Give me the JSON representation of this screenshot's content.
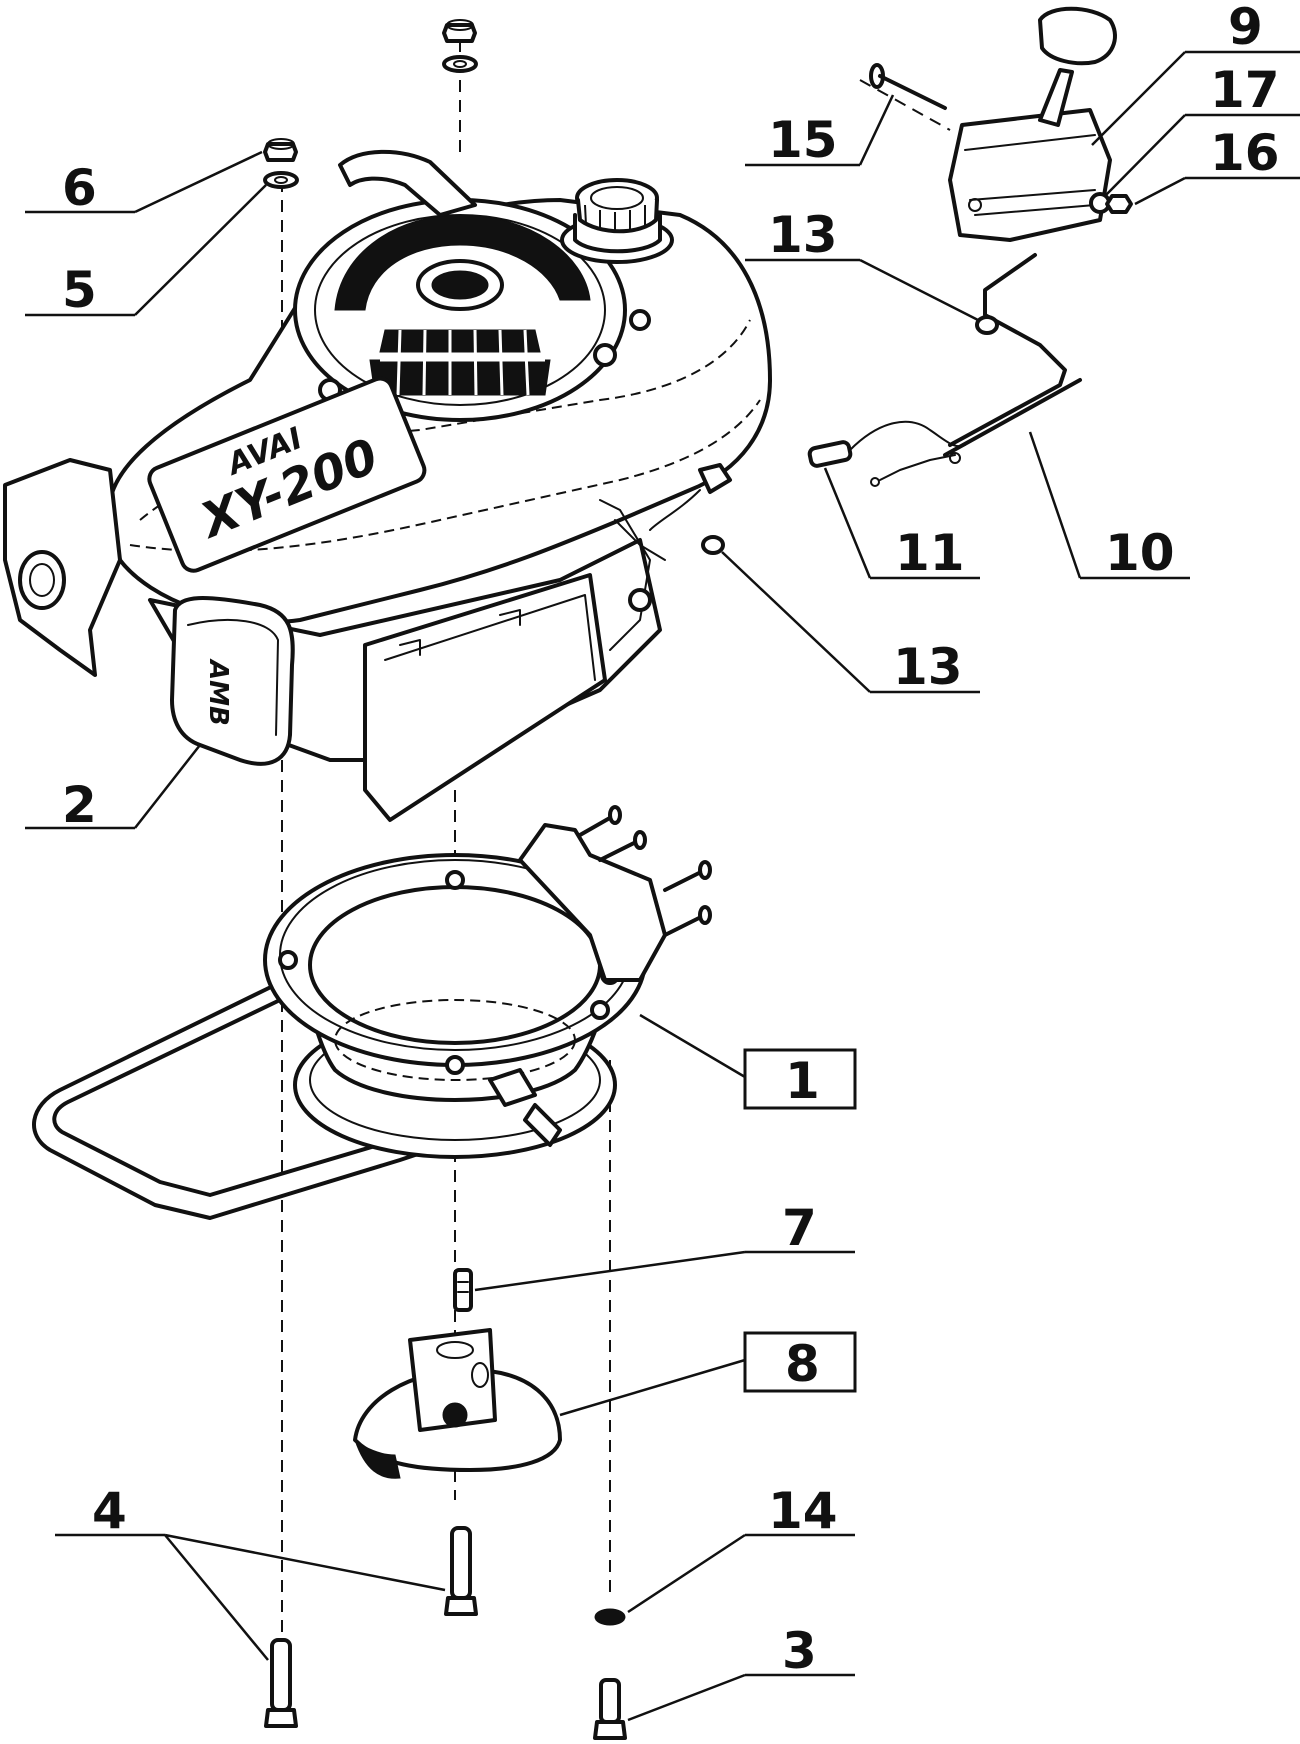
{
  "diagram": {
    "callouts": [
      {
        "id": "c1",
        "label": "1",
        "boxed": true
      },
      {
        "id": "c2",
        "label": "2",
        "boxed": false
      },
      {
        "id": "c3",
        "label": "3",
        "boxed": false
      },
      {
        "id": "c4",
        "label": "4",
        "boxed": false
      },
      {
        "id": "c5",
        "label": "5",
        "boxed": false
      },
      {
        "id": "c6",
        "label": "6",
        "boxed": false
      },
      {
        "id": "c7",
        "label": "7",
        "boxed": false
      },
      {
        "id": "c8",
        "label": "8",
        "boxed": true
      },
      {
        "id": "c9",
        "label": "9",
        "boxed": false
      },
      {
        "id": "c10",
        "label": "10",
        "boxed": false
      },
      {
        "id": "c11",
        "label": "11",
        "boxed": false
      },
      {
        "id": "c13a",
        "label": "13",
        "boxed": false
      },
      {
        "id": "c13b",
        "label": "13",
        "boxed": false
      },
      {
        "id": "c14",
        "label": "14",
        "boxed": false
      },
      {
        "id": "c15",
        "label": "15",
        "boxed": false
      },
      {
        "id": "c16",
        "label": "16",
        "boxed": false
      },
      {
        "id": "c17",
        "label": "17",
        "boxed": false
      }
    ],
    "engine_badge": {
      "brand": "AVAI",
      "model": "XY-200"
    },
    "filter_badge": "AMB",
    "colors": {
      "ink": "#111111",
      "paper": "#ffffff"
    }
  }
}
